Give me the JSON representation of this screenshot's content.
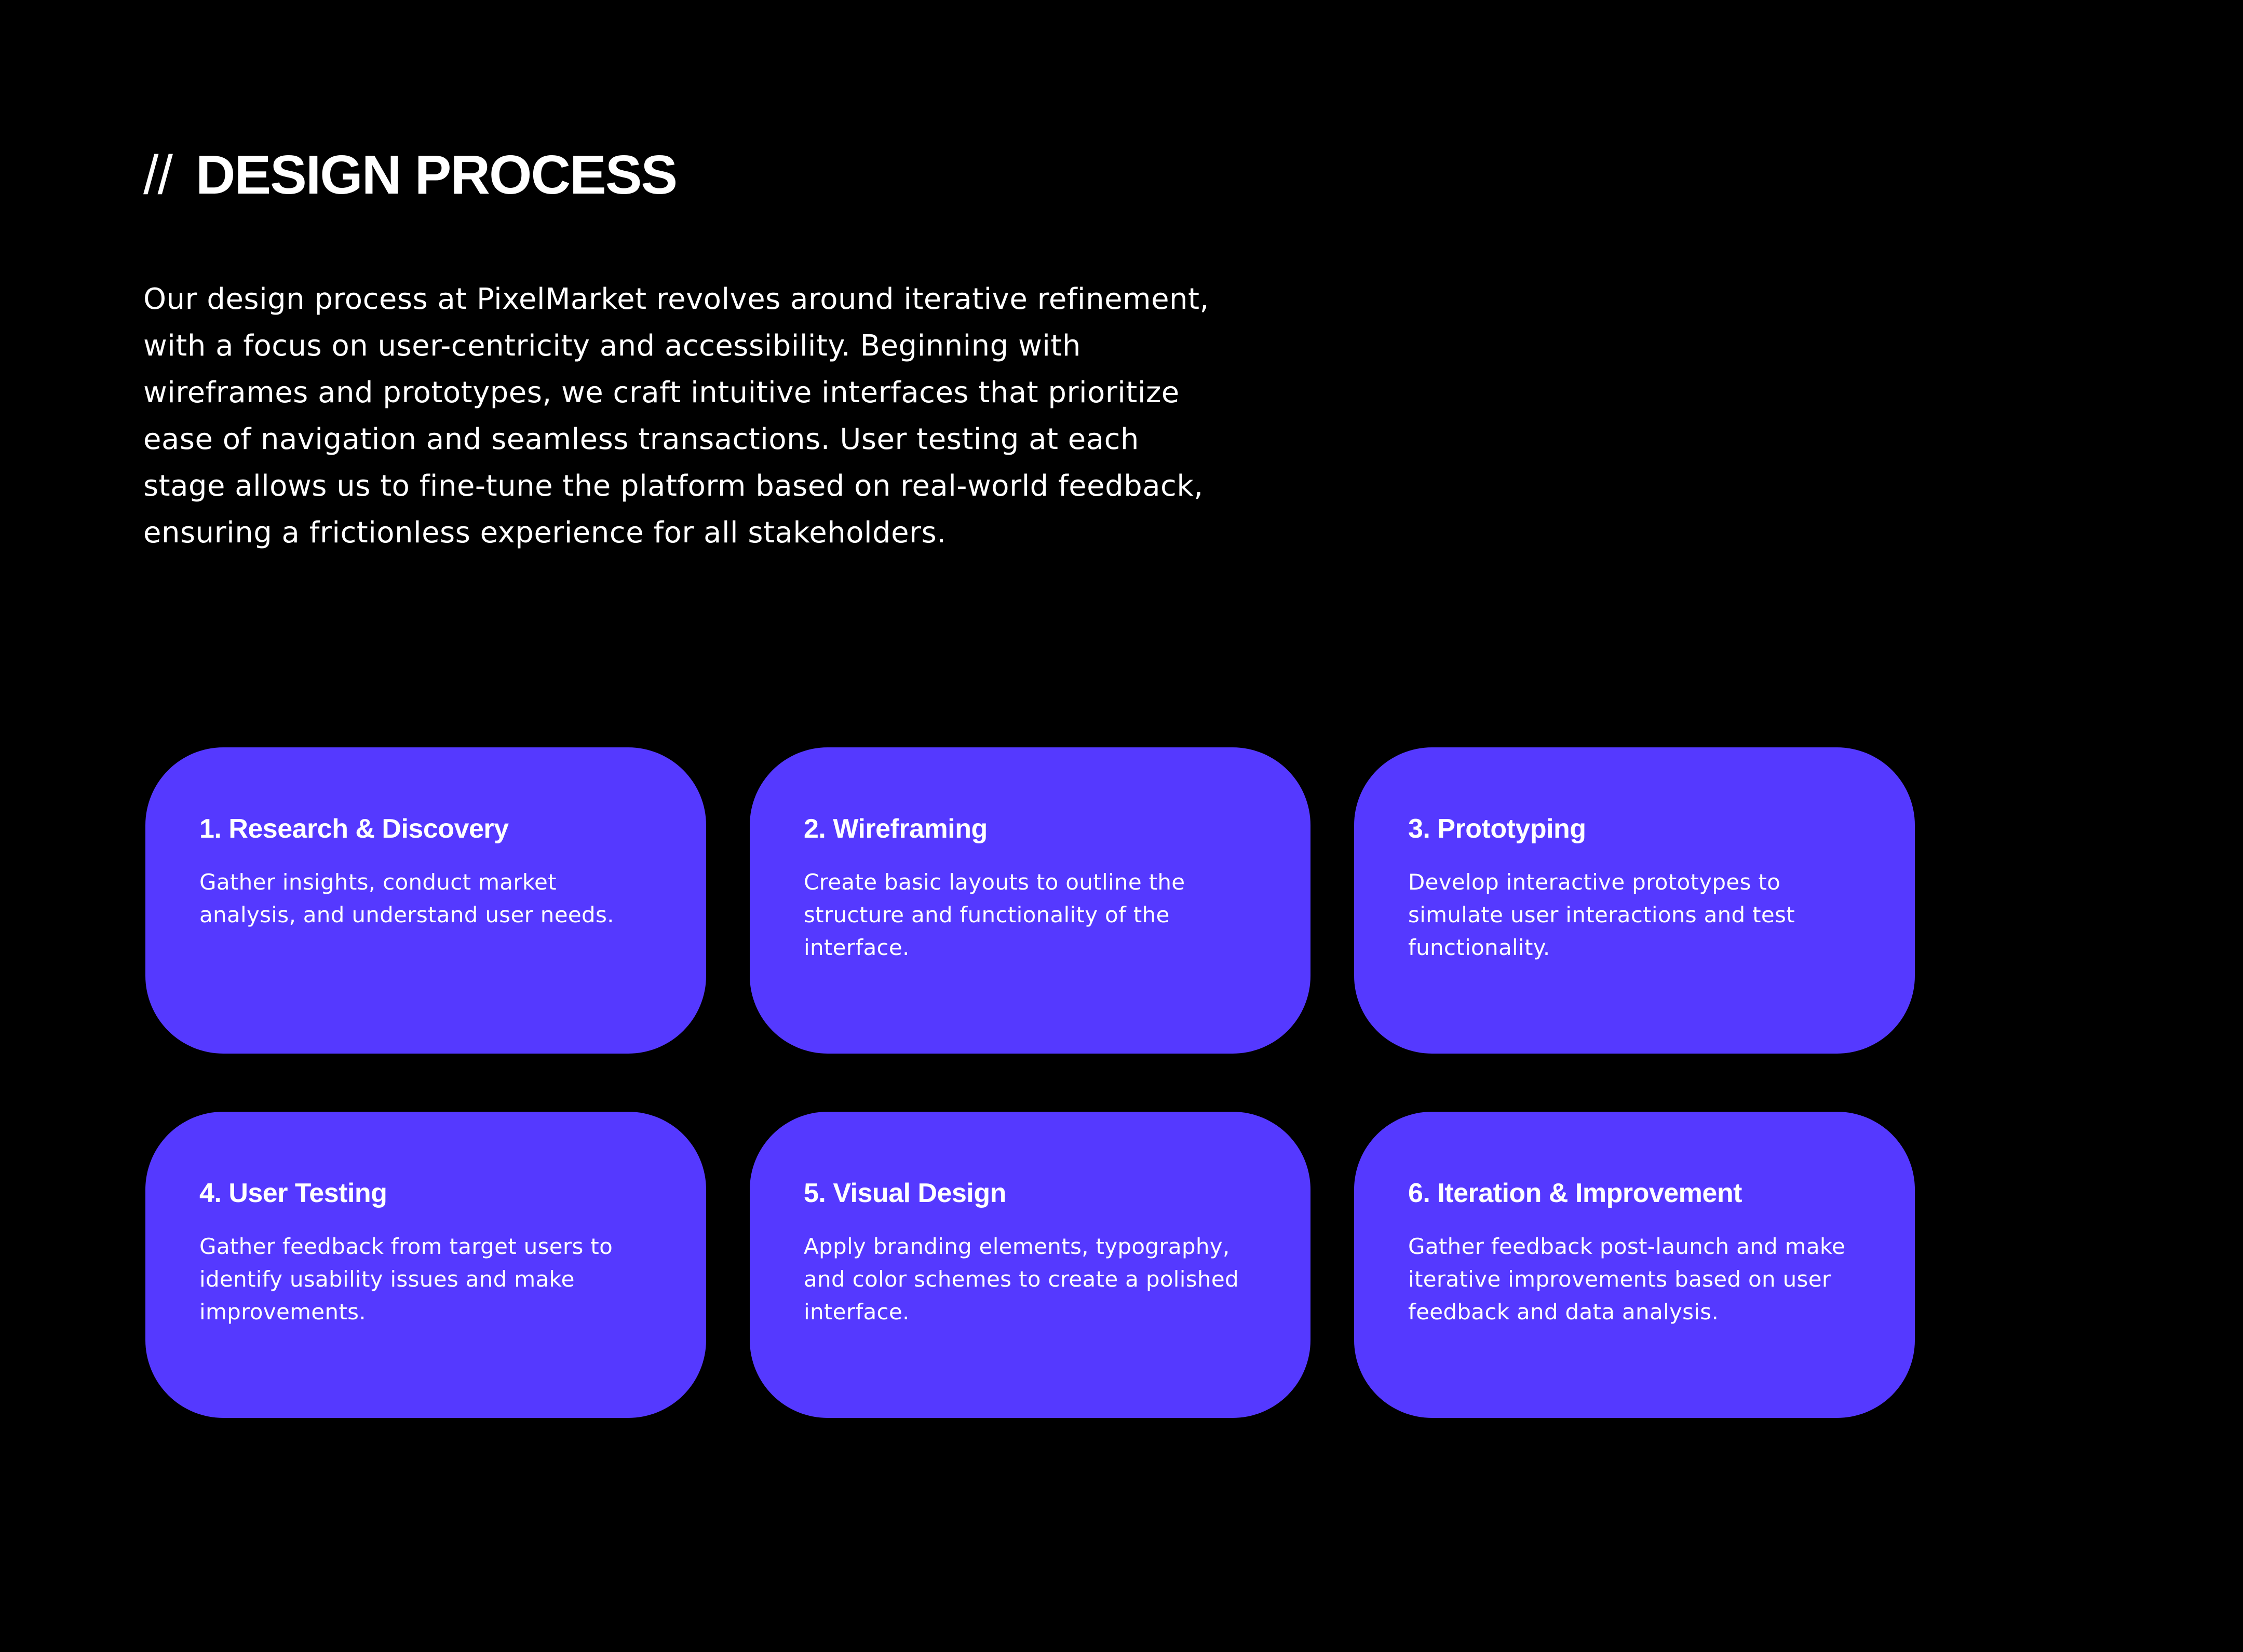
{
  "header": {
    "prefix": "//",
    "title": "DESIGN PROCESS"
  },
  "intro": "Our design process at PixelMarket revolves around iterative refinement, with a focus on user-centricity and accessibility. Beginning with wireframes and prototypes, we craft intuitive interfaces that prioritize ease of navigation and seamless transactions. User testing at each stage allows us to fine-tune the platform based on real-world feedback, ensuring a frictionless experience for all stakeholders.",
  "colors": {
    "background": "#000000",
    "card": "#5539FF",
    "text": "#FFFFFF"
  },
  "steps": [
    {
      "title": "1. Research & Discovery",
      "description": "Gather insights, conduct market analysis, and understand user needs."
    },
    {
      "title": "2. Wireframing",
      "description": "Create basic layouts to outline the structure and functionality of the interface."
    },
    {
      "title": "3. Prototyping",
      "description": "Develop interactive prototypes to simulate user interactions and test functionality."
    },
    {
      "title": "4. User Testing",
      "description": "Gather feedback from target users to identify usability issues and make improvements."
    },
    {
      "title": "5. Visual Design",
      "description": "Apply branding elements, typography, and color schemes to create a polished interface."
    },
    {
      "title": "6. Iteration & Improvement",
      "description": "Gather feedback post-launch and make iterative improvements based on user feedback and data analysis."
    }
  ]
}
